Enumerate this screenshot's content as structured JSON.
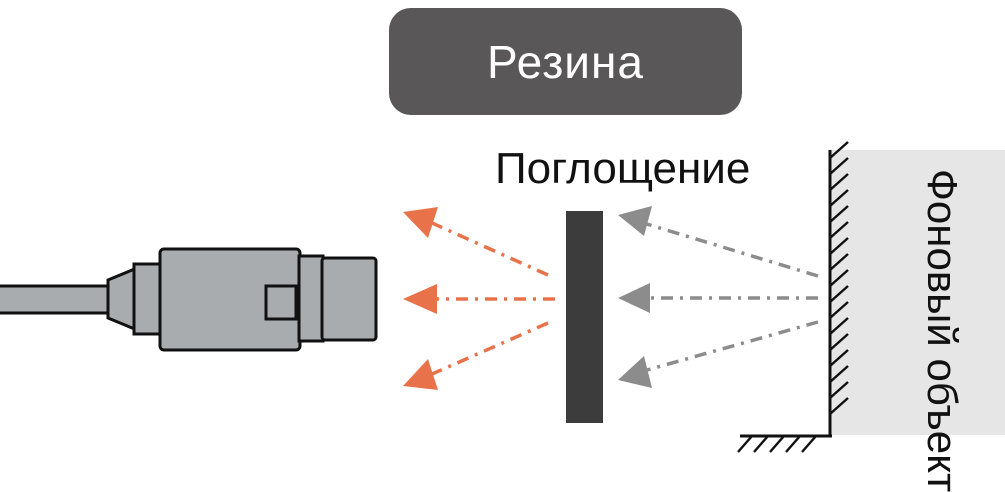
{
  "material_label": "Резина",
  "absorption_label": "Поглощение",
  "background_label": "Фоновый объект",
  "colors": {
    "label_box": "#595757",
    "sensor_body": "#a9acae",
    "outline": "#111111",
    "reflected_arrow": "#e8734a",
    "incident_arrow": "#8c8c8c",
    "target_plate": "#3c3c3c",
    "background_fill": "#e6e6e6"
  },
  "icons": [
    "photoelectric-sensor-icon",
    "target-plate-icon",
    "background-wall-icon"
  ]
}
